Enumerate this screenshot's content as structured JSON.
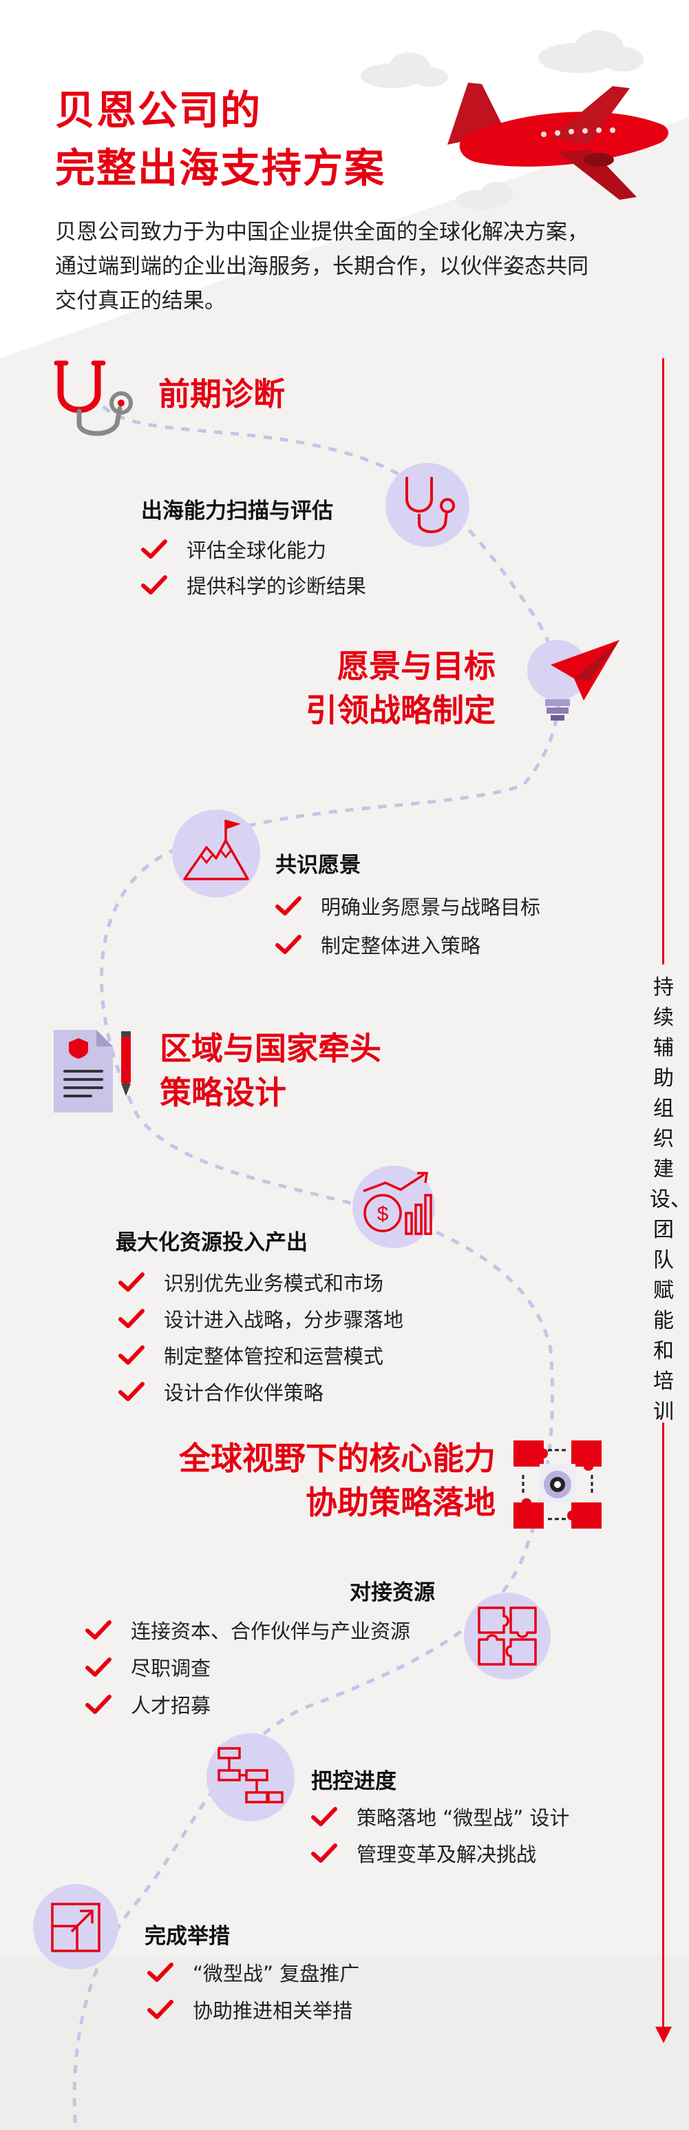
{
  "title_line1": "贝恩公司的",
  "title_line2": "完整出海支持方案",
  "intro": "贝恩公司致力于为中国企业提供全面的全球化解决方案，通过端到端的企业出海服务，长期合作，以伙伴姿态共同交付真正的结果。",
  "side_label": "持续辅助组织建设、团队赋能和培训",
  "colors": {
    "accent": "#e60012",
    "circle": "#d9d3f3",
    "path": "#bfc6e8"
  },
  "stages": [
    {
      "icon": "stethoscope-icon",
      "lines": [
        "前期诊断"
      ]
    },
    {
      "icon": "lightbulb-paperplane-icon",
      "lines": [
        "愿景与目标",
        "引领战略制定"
      ]
    },
    {
      "icon": "document-pen-icon",
      "lines": [
        "区域与国家牵头",
        "策略设计"
      ]
    },
    {
      "icon": "puzzle-gear-icon",
      "lines": [
        "全球视野下的核心能力",
        "协助策略落地"
      ]
    }
  ],
  "sections": [
    {
      "icon": "stethoscope-icon",
      "heading": "出海能力扫描与评估",
      "items": [
        "评估全球化能力",
        "提供科学的诊断结果"
      ]
    },
    {
      "icon": "mountain-flag-icon",
      "heading": "共识愿景",
      "items": [
        "明确业务愿景与战略目标",
        "制定整体进入策略"
      ]
    },
    {
      "icon": "money-growth-icon",
      "heading": "最大化资源投入产出",
      "items": [
        "识别优先业务模式和市场",
        "设计进入战略，分步骤落地",
        "制定整体管控和运营模式",
        "设计合作伙伴策略"
      ]
    },
    {
      "icon": "puzzle-icon",
      "heading": "对接资源",
      "items": [
        "连接资本、合作伙伴与产业资源",
        "尽职调查",
        "人才招募"
      ]
    },
    {
      "icon": "flowchart-icon",
      "heading": "把控进度",
      "items": [
        "策略落地 “微型战” 设计",
        "管理变革及解决挑战"
      ]
    },
    {
      "icon": "expand-arrow-icon",
      "heading": "完成举措",
      "items": [
        "“微型战” 复盘推广",
        "协助推进相关举措"
      ]
    }
  ]
}
